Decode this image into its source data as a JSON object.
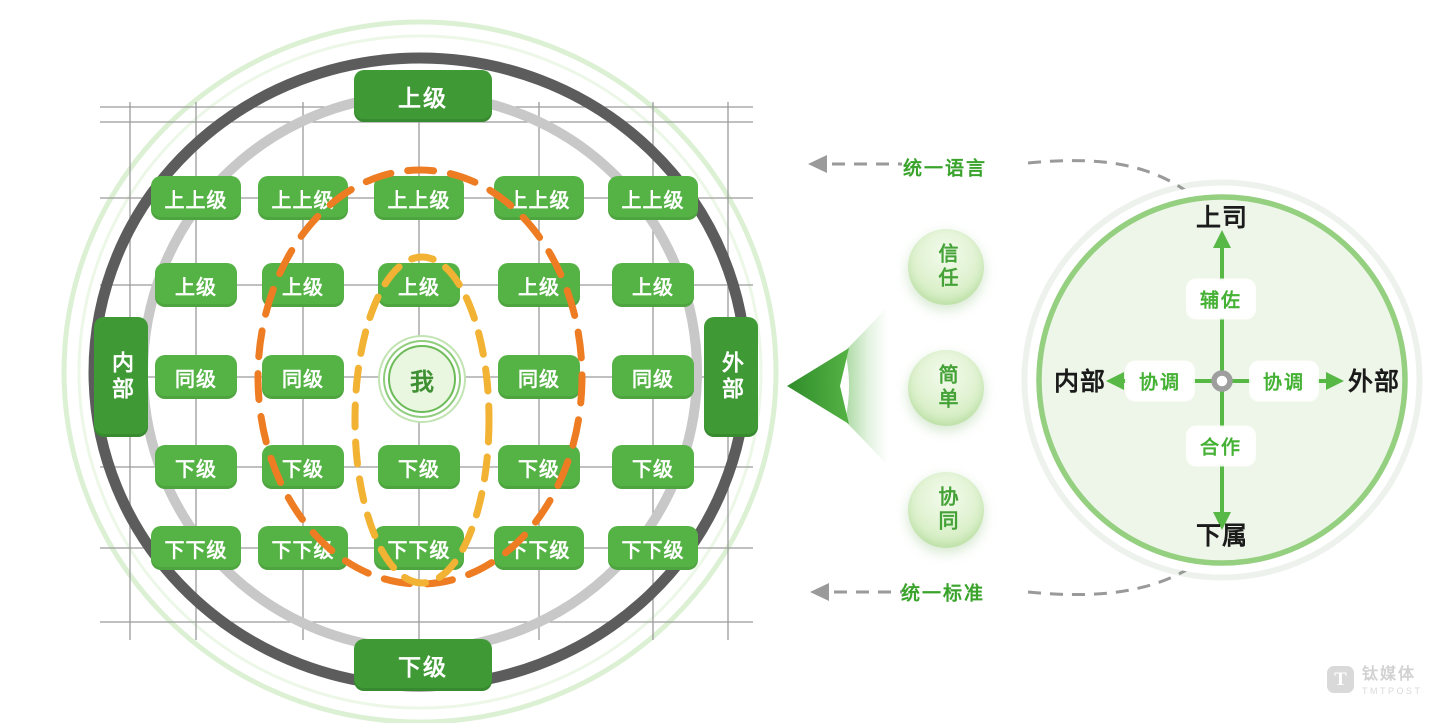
{
  "colors": {
    "box_green": "#55b345",
    "badge_green": "#3f9a36",
    "accent_text_green": "#3aa32c",
    "arrow_green": "#57b845",
    "orange_dash": "#ed7c23",
    "amber_dash": "#f2b233",
    "dark_ring_gray": "#5c5c5c",
    "light_ring_gray": "#c8c8c8",
    "grid_gray": "#9b9b9b",
    "right_circle_fill": "#edf6e8",
    "right_circle_border": "#95cf80"
  },
  "left_diagram": {
    "top_badge": "上级",
    "bottom_badge": "下级",
    "left_badge": "内部",
    "right_badge": "外部",
    "center_label": "我",
    "rows": [
      {
        "cells": [
          "上上级",
          "上上级",
          "上上级",
          "上上级",
          "上上级"
        ]
      },
      {
        "cells": [
          "上级",
          "上级",
          "上级",
          "上级",
          "上级"
        ]
      },
      {
        "cells": [
          "同级",
          "同级",
          "同级",
          "同级"
        ]
      },
      {
        "cells": [
          "下级",
          "下级",
          "下级",
          "下级",
          "下级"
        ]
      },
      {
        "cells": [
          "下下级",
          "下下级",
          "下下级",
          "下下级",
          "下下级"
        ]
      }
    ]
  },
  "bridge": {
    "top_label": "统一语言",
    "bottom_label": "统一标准",
    "keywords": [
      "信任",
      "简单",
      "协同"
    ]
  },
  "right_diagram": {
    "top": "上司",
    "bottom": "下属",
    "left": "内部",
    "right": "外部",
    "axis_top": "辅佐",
    "axis_left": "协调",
    "axis_right": "协调",
    "axis_bottom": "合作"
  },
  "watermark": {
    "icon_letter": "T",
    "name_cn": "钛媒体",
    "name_en": "TMTPOST"
  }
}
